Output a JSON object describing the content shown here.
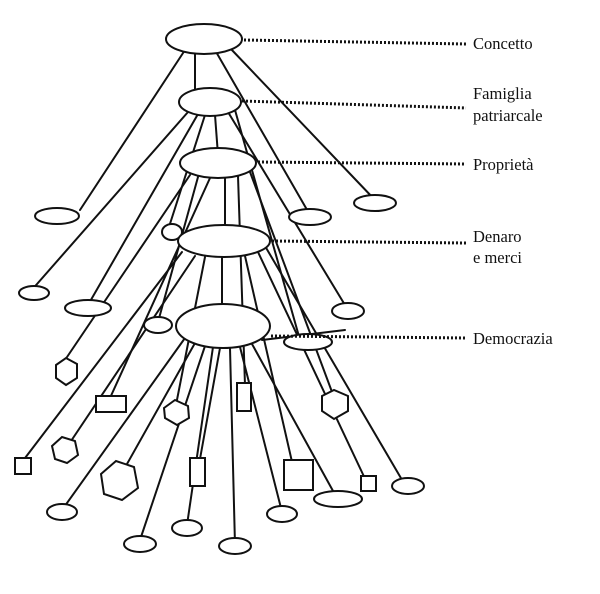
{
  "levels": [
    {
      "id": "concetto",
      "lines": [
        "Concetto"
      ]
    },
    {
      "id": "famiglia",
      "lines": [
        "Famiglia",
        "patriarcale"
      ]
    },
    {
      "id": "proprieta",
      "lines": [
        "Proprietà"
      ]
    },
    {
      "id": "denaro",
      "lines": [
        "Denaro",
        "e merci"
      ]
    },
    {
      "id": "democrazia",
      "lines": [
        "Democrazia"
      ]
    }
  ]
}
